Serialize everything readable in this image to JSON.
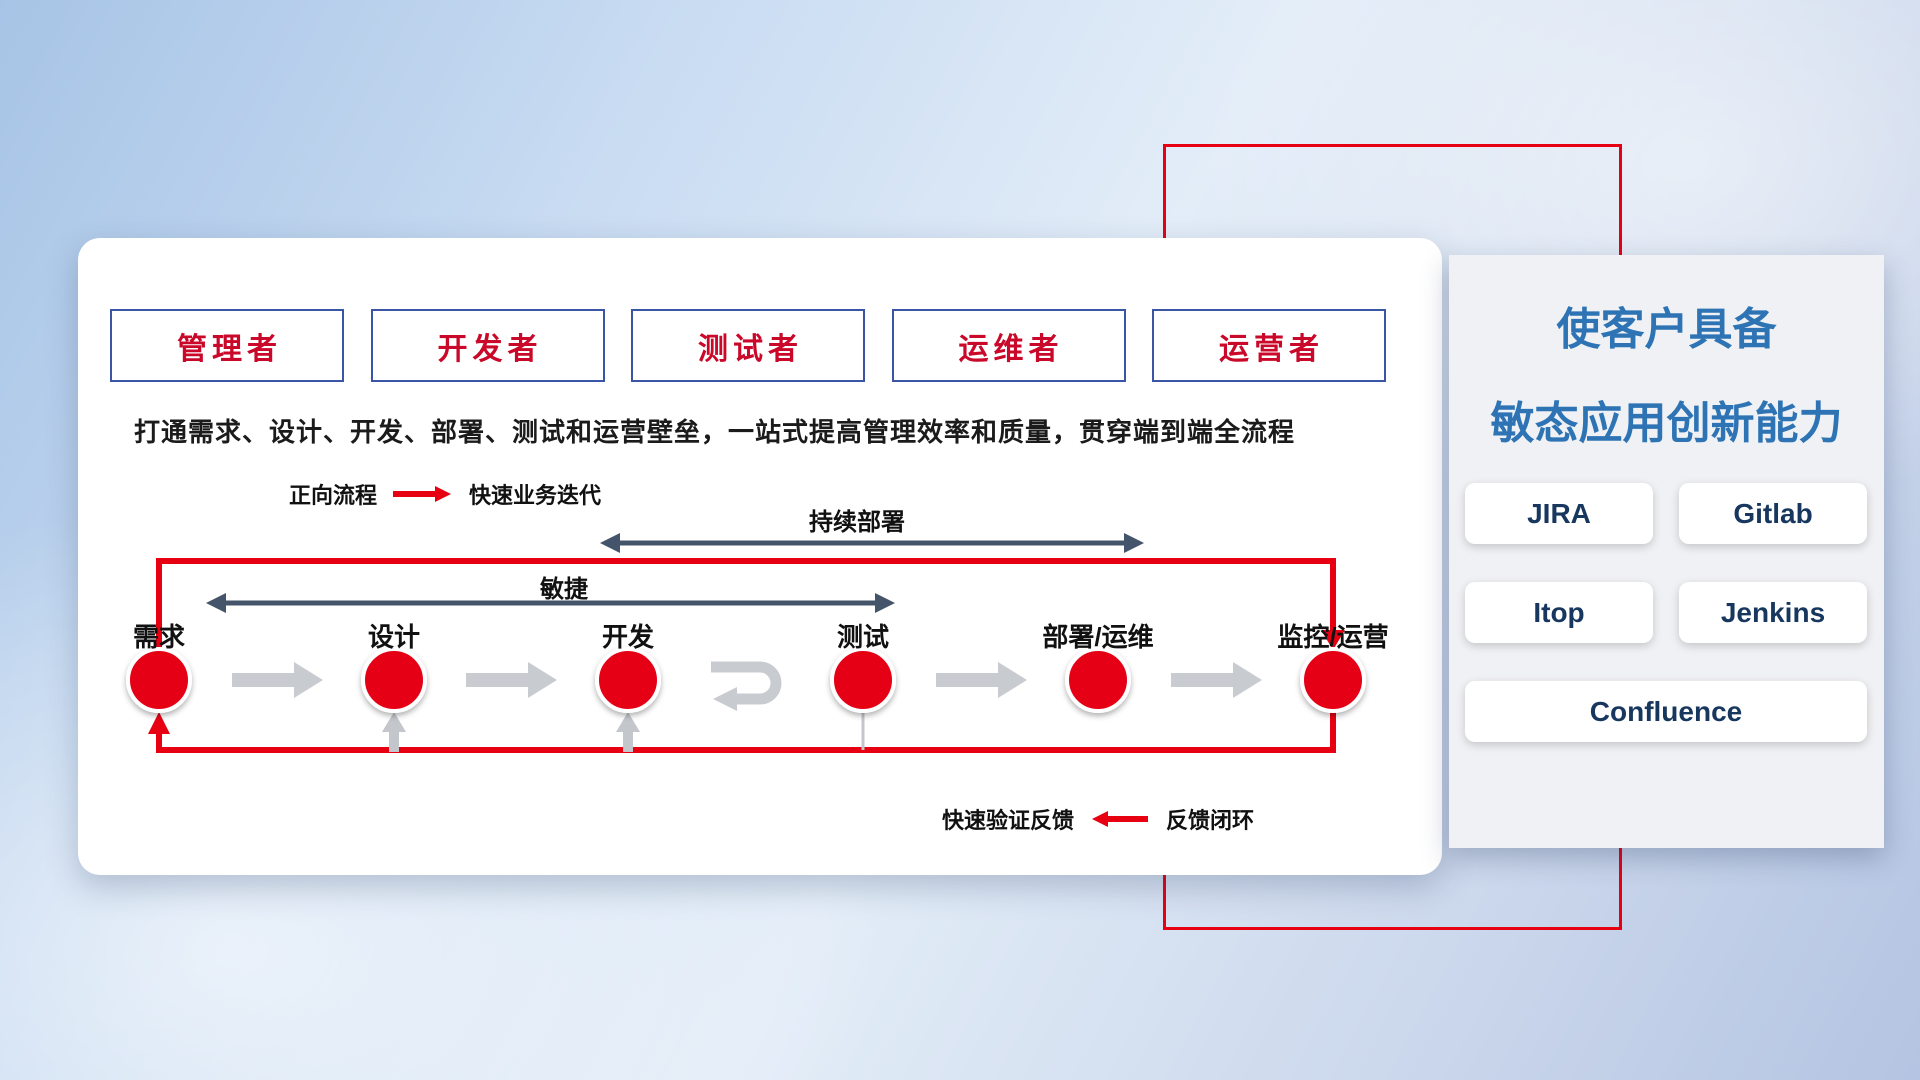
{
  "roles": [
    "管理者",
    "开发者",
    "测试者",
    "运维者",
    "运营者"
  ],
  "main": {
    "description": "打通需求、设计、开发、部署、测试和运营壁垒，一站式提高管理效率和质量，贯穿端到端全流程",
    "forward_legend_label": "正向流程",
    "forward_legend_value": "快速业务迭代",
    "feedback_legend_label": "快速验证反馈",
    "feedback_legend_value": "反馈闭环",
    "agile_span_label": "敏捷",
    "cd_span_label": "持续部署"
  },
  "stages": [
    "需求",
    "设计",
    "开发",
    "测试",
    "部署/运维",
    "监控/运营"
  ],
  "side_panel": {
    "title_line1": "使客户具备",
    "title_line2": "敏态应用创新能力",
    "tools": [
      "JIRA",
      "Gitlab",
      "Itop",
      "Jenkins",
      "Confluence"
    ]
  },
  "colors": {
    "flow_red": "#e60012",
    "span_arrow_navy": "#44546a",
    "title_blue": "#2e74b5",
    "tool_text_navy": "#17375e",
    "role_text_red": "#c9082a",
    "role_border_blue": "#3a55a4",
    "gray_arrow": "#c8ccd1"
  }
}
